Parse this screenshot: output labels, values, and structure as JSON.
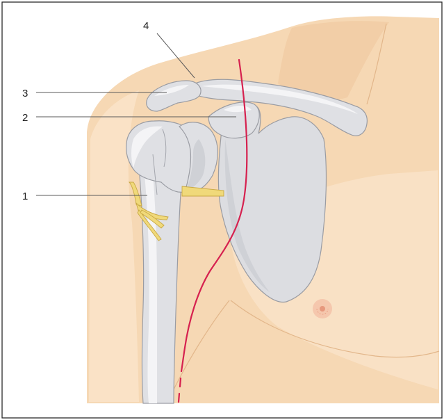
{
  "labels": [
    {
      "id": "1",
      "text": "1"
    },
    {
      "id": "2",
      "text": "2"
    },
    {
      "id": "3",
      "text": "3"
    },
    {
      "id": "4",
      "text": "4"
    }
  ],
  "colors": {
    "skin": "#f6d8b4",
    "bone": "#dfe0e4",
    "nerve": "#f0d97a",
    "incision": "#d6214f"
  }
}
